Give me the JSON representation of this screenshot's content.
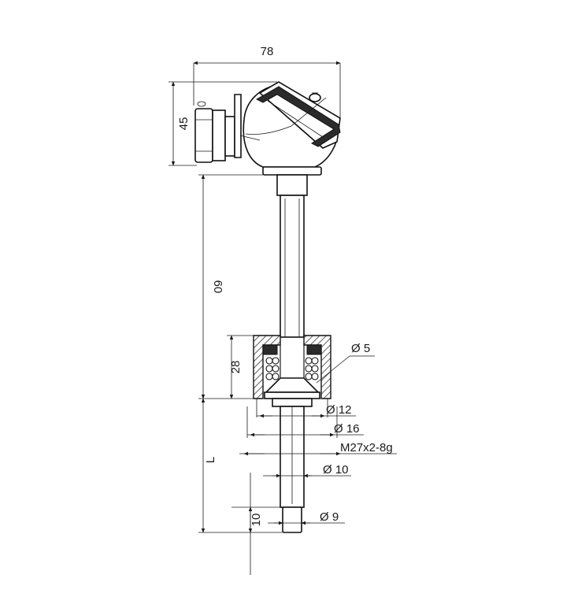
{
  "dimensions": {
    "width_78": "78",
    "height_45": "45",
    "length_60": "60",
    "length_28": "28",
    "length_L": "L",
    "length_10": "10",
    "dia_5": "Ø 5",
    "dia_12": "Ø 12",
    "dia_16": "Ø 16",
    "thread": "M27x2-8g",
    "dia_10": "Ø 10",
    "dia_9": "Ø 9"
  }
}
